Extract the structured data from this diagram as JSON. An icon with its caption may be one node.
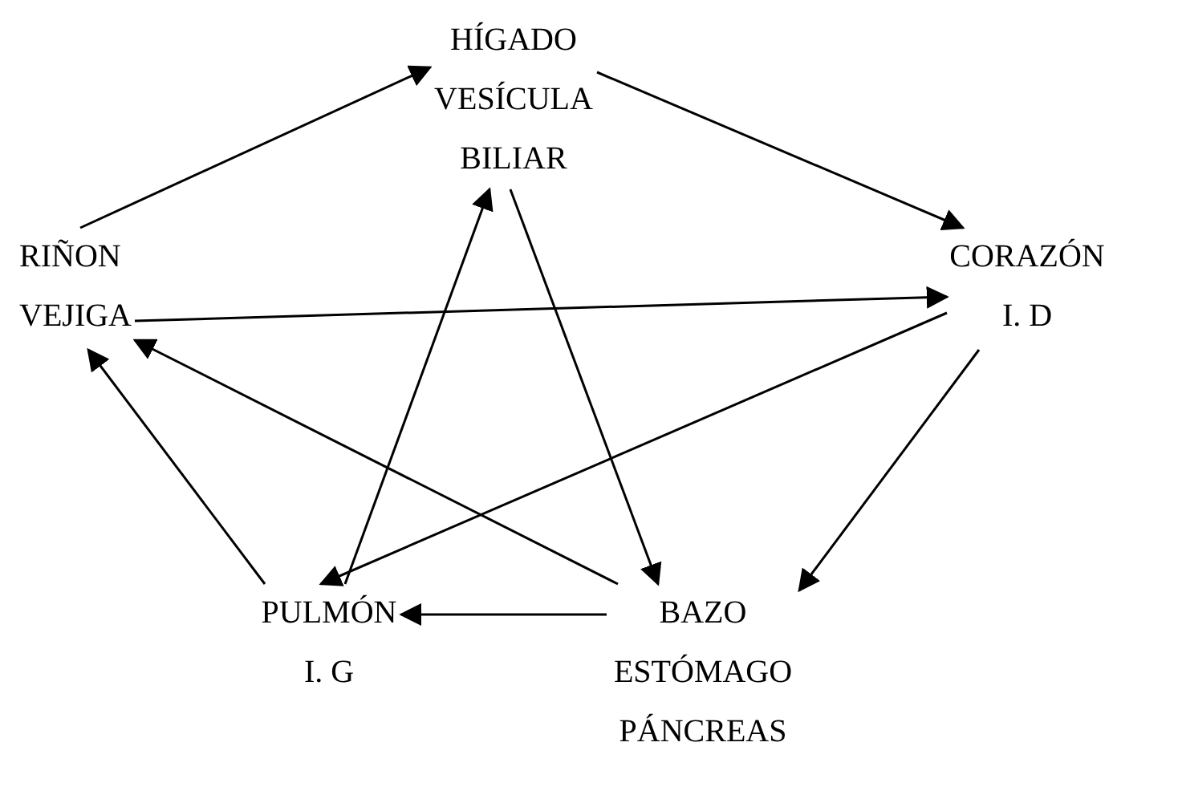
{
  "diagram": {
    "nodes": [
      {
        "text": [
          "HÍGADO",
          "VESÍCULA BILIAR"
        ]
      },
      {
        "text": [
          "CORAZÓN",
          "I. D"
        ]
      },
      {
        "text": [
          "BAZO",
          "ESTÓMAGO",
          "PÁNCREAS"
        ]
      },
      {
        "text": [
          "PULMÓN",
          "I. G"
        ]
      },
      {
        "text": [
          "RIÑON",
          "VEJIGA"
        ]
      }
    ],
    "edges": [
      {
        "from": 4,
        "to": 0,
        "arrow": "to"
      },
      {
        "from": 0,
        "to": 1,
        "arrow": "to"
      },
      {
        "from": 1,
        "to": 2,
        "arrow": "to"
      },
      {
        "from": 2,
        "to": 3,
        "arrow": "to"
      },
      {
        "from": 3,
        "to": 4,
        "arrow": "to"
      },
      {
        "from": 0,
        "to": 2,
        "arrow": "to"
      },
      {
        "from": 2,
        "to": 4,
        "arrow": "to"
      },
      {
        "from": 4,
        "to": 1,
        "arrow": "to"
      },
      {
        "from": 1,
        "to": 3,
        "arrow": "to"
      },
      {
        "from": 3,
        "to": 0,
        "arrow": "to"
      }
    ]
  }
}
